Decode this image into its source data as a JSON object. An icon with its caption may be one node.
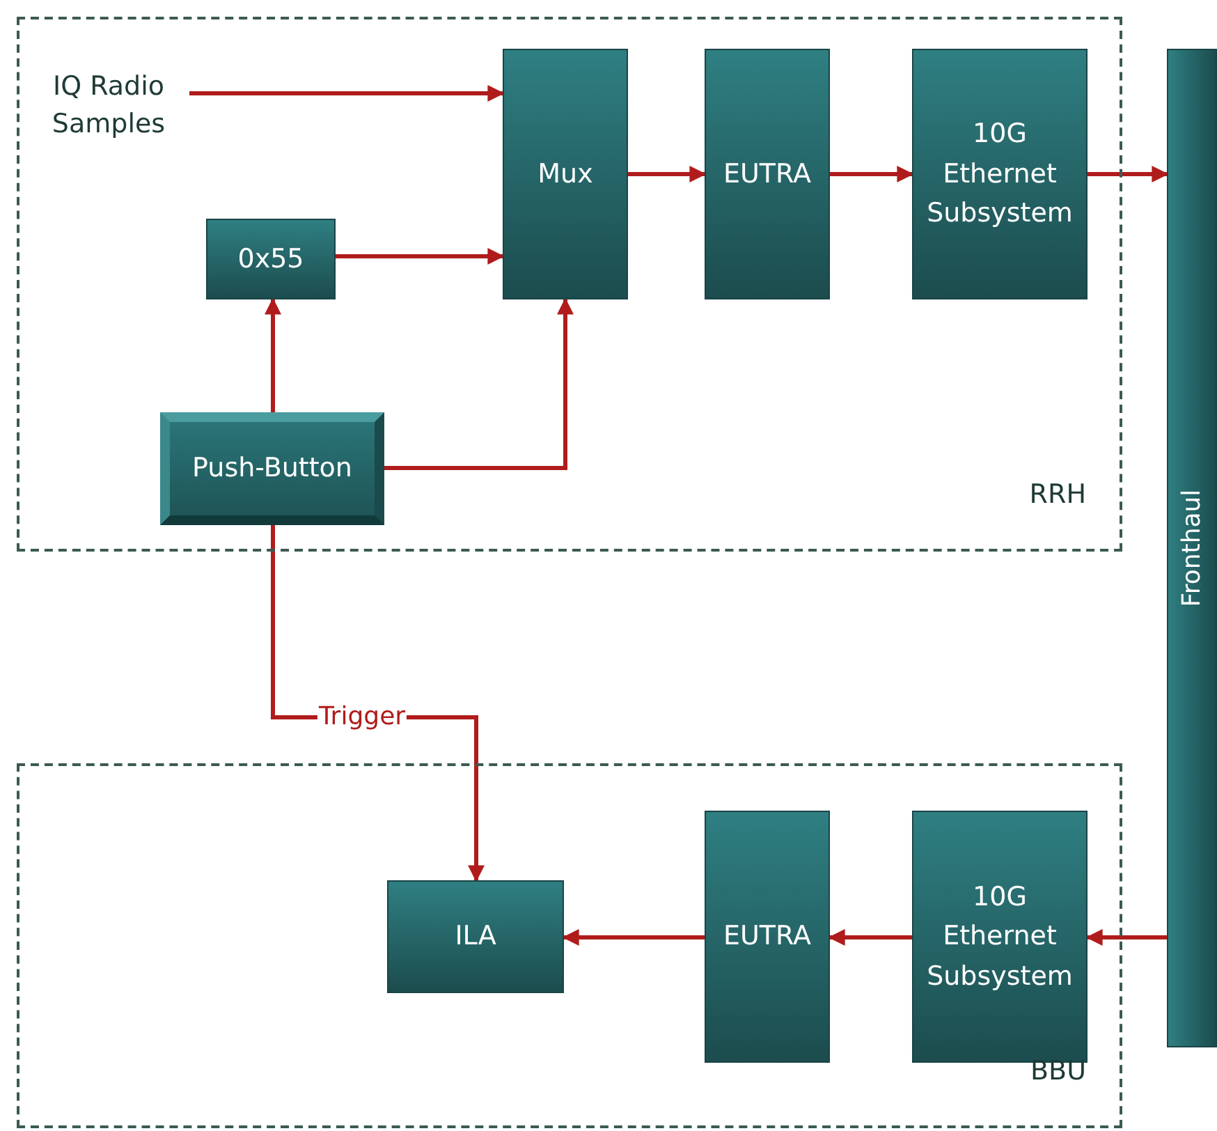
{
  "diagram": {
    "nodes": [
      {
        "text": [
          "RRH"
        ]
      },
      {
        "text": [
          "IQ Radio Samples"
        ],
        "in": 0
      },
      {
        "text": [
          "Mux"
        ],
        "in": 0
      },
      {
        "text": [
          "EUTRA"
        ],
        "in": 0
      },
      {
        "text": [
          "10G Ethernet Subsystem"
        ],
        "in": 0
      },
      {
        "text": [
          "0x55"
        ],
        "in": 0
      },
      {
        "text": [
          "Push-Button"
        ],
        "in": 0
      },
      {
        "text": [
          "Fronthaul"
        ]
      },
      {
        "text": [
          "BBU"
        ]
      },
      {
        "text": [
          "ILA"
        ],
        "in": 8
      },
      {
        "text": [
          "EUTRA"
        ],
        "in": 8
      },
      {
        "text": [
          "10G Ethernet Subsystem"
        ],
        "in": 8
      }
    ],
    "edges": [
      {
        "from": 1,
        "to": 2,
        "arrow": "to"
      },
      {
        "from": 5,
        "to": 2,
        "arrow": "to"
      },
      {
        "from": 2,
        "to": 3,
        "arrow": "to"
      },
      {
        "from": 3,
        "to": 4,
        "arrow": "to"
      },
      {
        "from": 4,
        "to": 7,
        "arrow": "to"
      },
      {
        "from": 6,
        "to": 5,
        "arrow": "to"
      },
      {
        "from": 6,
        "to": 2,
        "arrow": "to"
      },
      {
        "from": 6,
        "to": 9,
        "arrow": "to",
        "label": "Trigger"
      },
      {
        "from": 7,
        "to": 11,
        "arrow": "to"
      },
      {
        "from": 11,
        "to": 10,
        "arrow": "to"
      },
      {
        "from": 10,
        "to": 9,
        "arrow": "to"
      }
    ]
  }
}
